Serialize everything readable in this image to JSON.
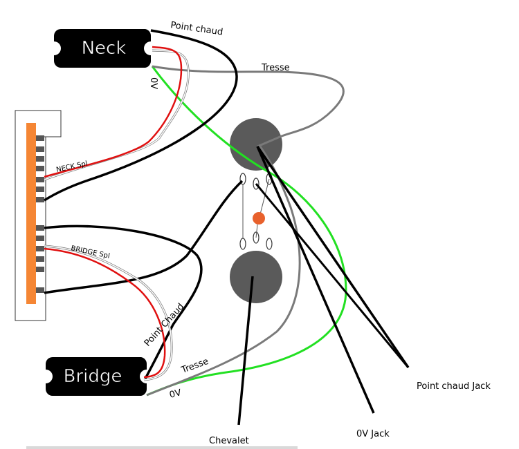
{
  "pickups": {
    "neck": "Neck",
    "bridge": "Bridge"
  },
  "wire_labels": {
    "neck_hot": "Point chaud",
    "neck_braid": "Tresse",
    "neck_ground": "0V",
    "bridge_hot": "Point Chaud",
    "bridge_braid": "Tresse",
    "bridge_ground": "0V"
  },
  "switch_labels": {
    "neck_split": "NECK Spl",
    "bridge_split": "BRIDGE Spl"
  },
  "captions": {
    "jack_hot": "Point chaud Jack",
    "jack_ground": "0V Jack",
    "bridge_ground": "Chevalet"
  },
  "colors": {
    "hot_wire": "#000000",
    "braid_wire": "#7a7a7a",
    "ground_wire": "#22e022",
    "split_wire": "#e01010",
    "switch_body": "#f58634",
    "pot": "#5a5a5a",
    "capacitor": "#e8612c"
  }
}
